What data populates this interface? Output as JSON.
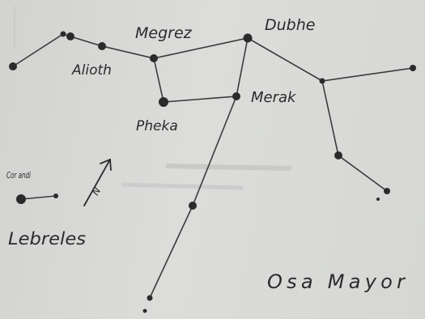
{
  "labels": {
    "alioth": "Alioth",
    "megrez": "Megrez",
    "dubhe": "Dubhe",
    "merak": "Merak",
    "phekda": "Pheka",
    "alcor_mizar": "Cor andi",
    "north_arrow": "N",
    "lebreles": "Lebreles",
    "title": "Osa Mayor"
  }
}
